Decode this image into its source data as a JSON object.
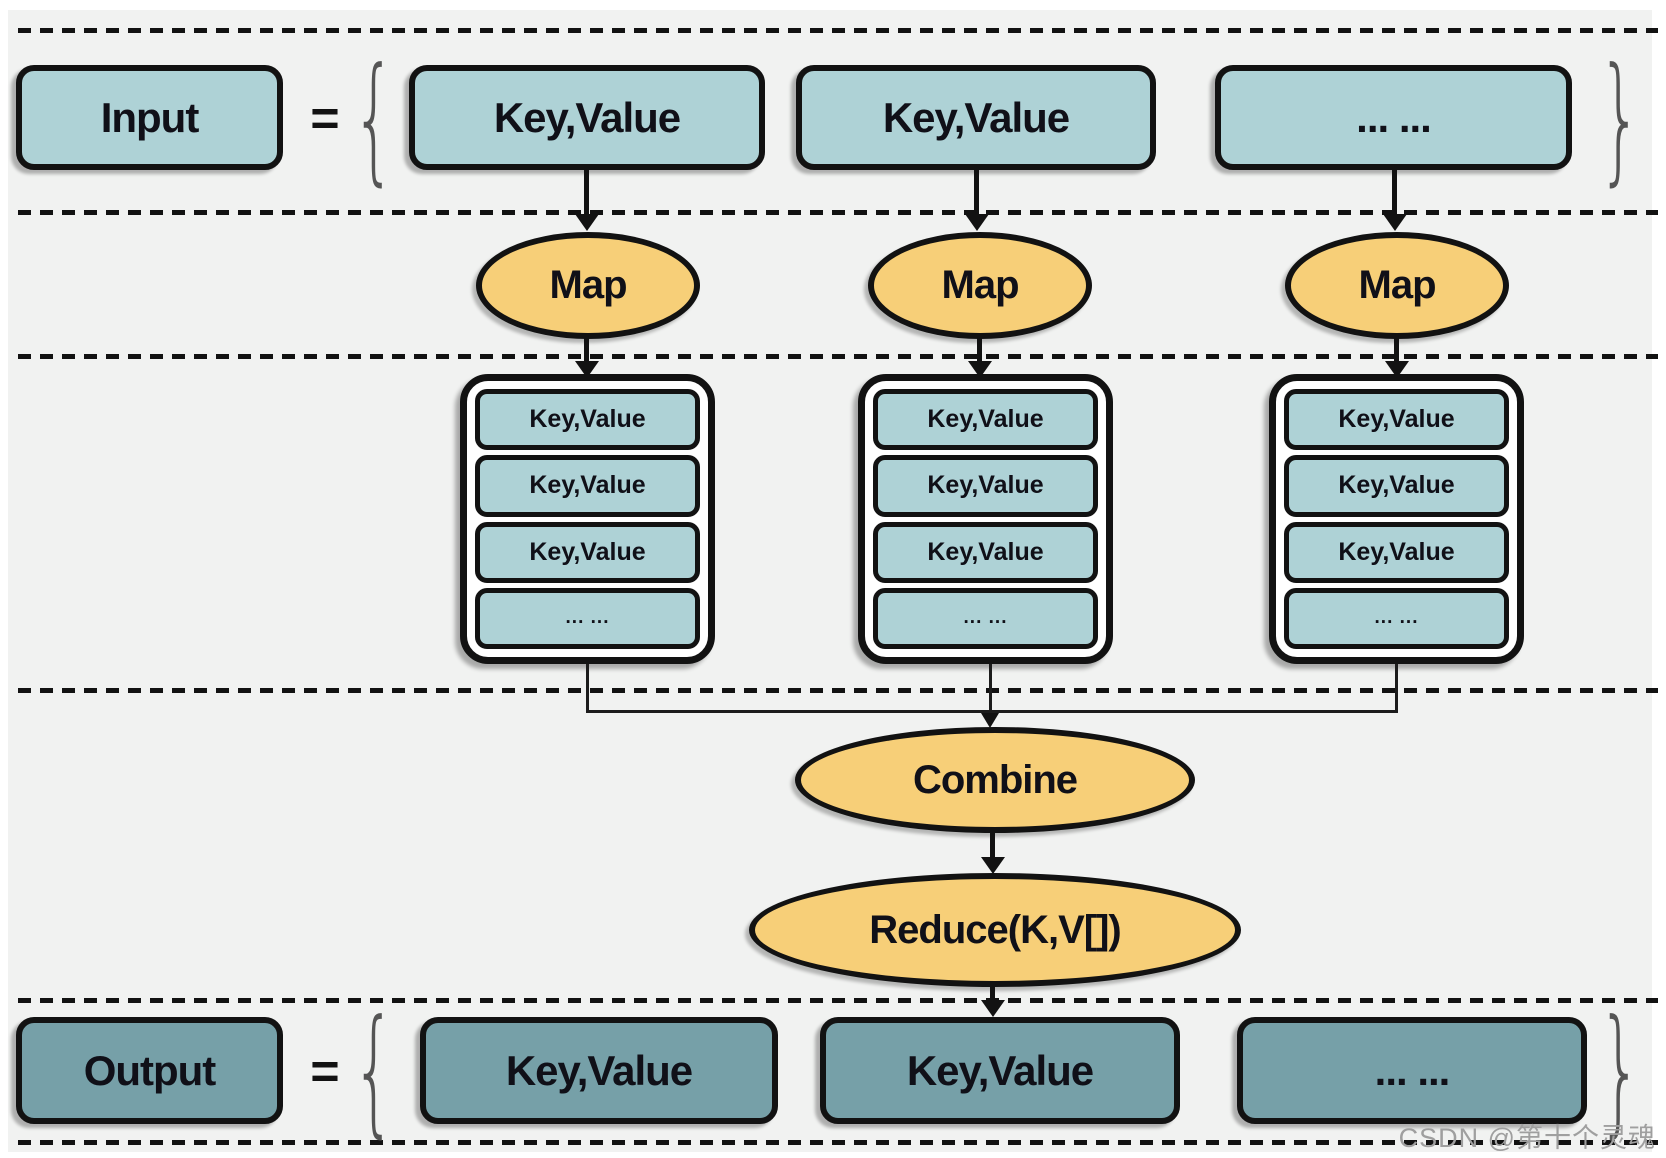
{
  "colors": {
    "light_blue": "#aed2d6",
    "yellow": "#f7cf78",
    "teal": "#76a0a8",
    "bg": "#f1f2f1",
    "line": "#121212",
    "watermark": "#9f9f9f"
  },
  "input_row": {
    "title": "Input",
    "equals": "=",
    "brace_open": "{",
    "brace_close": "}",
    "boxes": [
      "Key,Value",
      "Key,Value",
      "... ..."
    ]
  },
  "map_row": {
    "nodes": [
      "Map",
      "Map",
      "Map"
    ]
  },
  "stacks": [
    {
      "rows": [
        "Key,Value",
        "Key,Value",
        "Key,Value",
        "... ..."
      ]
    },
    {
      "rows": [
        "Key,Value",
        "Key,Value",
        "Key,Value",
        "... ..."
      ]
    },
    {
      "rows": [
        "Key,Value",
        "Key,Value",
        "Key,Value",
        "... ..."
      ]
    }
  ],
  "combine": {
    "label": "Combine"
  },
  "reduce": {
    "label": "Reduce(K,V[])"
  },
  "output_row": {
    "title": "Output",
    "equals": "=",
    "brace_open": "{",
    "brace_close": "}",
    "boxes": [
      "Key,Value",
      "Key,Value",
      "... ..."
    ]
  },
  "watermark": "CSDN @第十个灵魂"
}
